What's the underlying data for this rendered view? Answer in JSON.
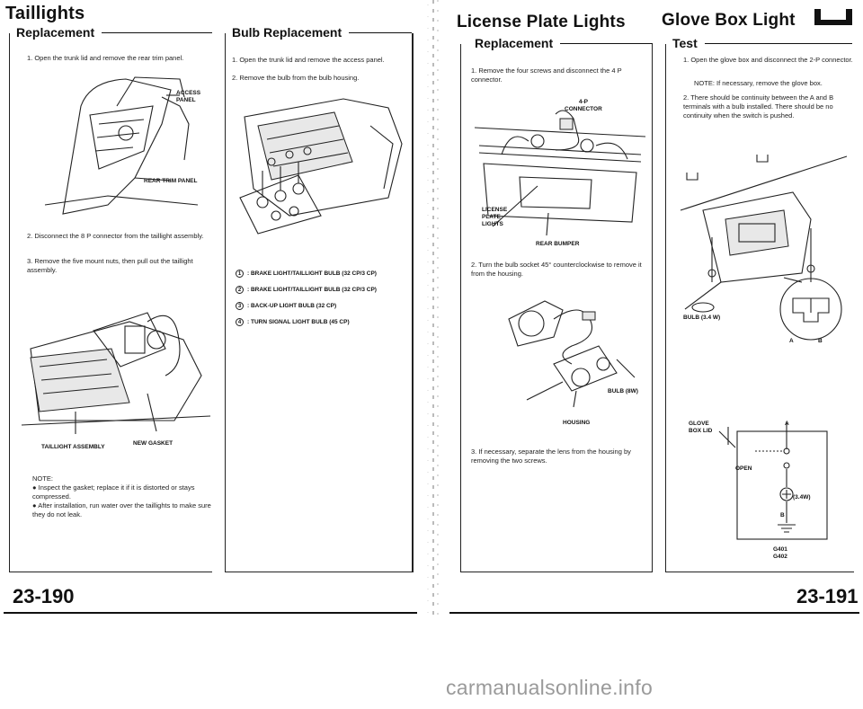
{
  "left_page": {
    "title": "Taillights",
    "replacement": {
      "heading": "Replacement",
      "step1": "1.  Open the trunk lid and remove the rear trim panel.",
      "label_access": "ACCESS\nPANEL",
      "label_rear_trim": "REAR TRIM PANEL",
      "step2": "2.  Disconnect the 8 P connector from the taillight assembly.",
      "step3": "3.  Remove the five mount nuts, then pull out the taillight assembly.",
      "label_taillight": "TAILLIGHT ASSEMBLY",
      "label_gasket": "NEW GASKET",
      "note_title": "NOTE:",
      "note1": "Inspect the gasket; replace it if it is distorted or stays compressed.",
      "note2": "After installation, run water over the taillights to make sure they do not leak."
    },
    "bulb": {
      "heading": "Bulb Replacement",
      "step1": "1.  Open the trunk lid and remove the access panel.",
      "step2": "2.  Remove the bulb from the bulb housing.",
      "legend": [
        {
          "num": "1",
          "text": ": BRAKE LIGHT/TAILLIGHT BULB (32 CP/3 CP)"
        },
        {
          "num": "2",
          "text": ": BRAKE LIGHT/TAILLIGHT BULB (32 CP/3 CP)"
        },
        {
          "num": "3",
          "text": ": BACK-UP LIGHT BULB (32 CP)"
        },
        {
          "num": "4",
          "text": ": TURN SIGNAL LIGHT BULB (45 CP)"
        }
      ]
    },
    "page_number": "23-190"
  },
  "right_page": {
    "license": {
      "title": "License Plate Lights",
      "heading": "Replacement",
      "step1": "1.  Remove the four screws and disconnect the 4 P connector.",
      "label_connector": "4-P\nCONNECTOR",
      "label_license": "LICENSE\nPLATE\nLIGHTS",
      "label_bumper": "REAR BUMPER",
      "step2": "2.  Turn the bulb socket 45° counterclockwise to remove it from the housing.",
      "label_bulb": "BULB (8W)",
      "label_housing": "HOUSING",
      "step3": "3.  If necessary, separate the lens from the housing by removing the two screws."
    },
    "glove": {
      "title": "Glove Box Light",
      "heading": "Test",
      "step1": "1.  Open the glove box and disconnect the 2-P connector.",
      "note": "NOTE:  If necessary, remove the glove box.",
      "step2": "2.  There should be continuity between the A and B terminals with a bulb installed. There should be no continuity when the switch is pushed.",
      "label_bulb": "BULB (3.4 W)",
      "label_a": "A",
      "label_b": "B",
      "label_glove": "GLOVE\nBOX LID",
      "label_open": "OPEN",
      "label_watt": "(3.4W)",
      "label_a2": "A",
      "label_b2": "B",
      "label_ground": "G401\nG402"
    },
    "page_number": "23-191"
  },
  "watermark": "carmanualsonline.info"
}
